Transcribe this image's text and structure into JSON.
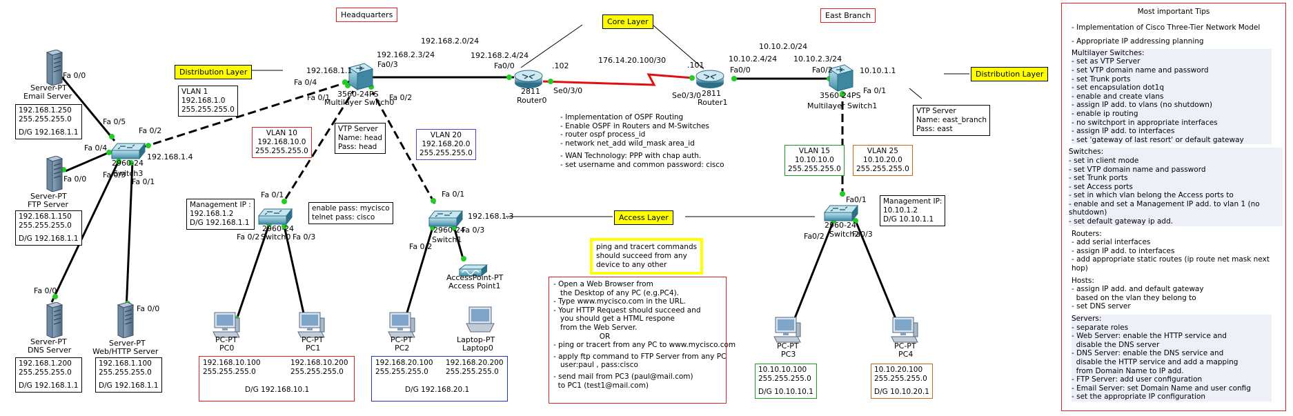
{
  "headers": {
    "hq": "Headquarters",
    "core": "Core Layer",
    "east": "East Branch",
    "dist_left": "Distribution Layer",
    "dist_right": "Distribution Layer",
    "access": "Access Layer"
  },
  "networks": {
    "hq_core": "192.168.2.0/24",
    "east_core": "10.10.2.0/24",
    "wan": "176.14.20.100/30"
  },
  "devices": {
    "ms0": {
      "model": "3560-24PS",
      "name": "Multilayer Switch0"
    },
    "ms1": {
      "model": "3560-24PS",
      "name": "Multilayer Switch1"
    },
    "r0": {
      "model": "2811",
      "name": "Router0"
    },
    "r1": {
      "model": "2811",
      "name": "Router1"
    },
    "sw3": {
      "model": "2960-24",
      "name": "Switch3"
    },
    "sw0": {
      "model": "2960-24",
      "name": "Switch0"
    },
    "sw1": {
      "model": "2960-24",
      "name": "Switch1"
    },
    "sw2": {
      "model": "2960-24",
      "name": "Switch2"
    },
    "email": {
      "type": "Server-PT",
      "name": "Email Server"
    },
    "ftp": {
      "type": "Server-PT",
      "name": "FTP Server"
    },
    "dns": {
      "type": "Server-PT",
      "name": "DNS Server"
    },
    "web": {
      "type": "Server-PT",
      "name": "Web/HTTP Server"
    },
    "pc0": {
      "type": "PC-PT",
      "name": "PC0"
    },
    "pc1": {
      "type": "PC-PT",
      "name": "PC1"
    },
    "pc2": {
      "type": "PC-PT",
      "name": "PC2"
    },
    "pc3": {
      "type": "PC-PT",
      "name": "PC3"
    },
    "pc4": {
      "type": "PC-PT",
      "name": "PC4"
    },
    "ap": {
      "type": "AccessPoint-PT",
      "name": "Access Point1"
    },
    "laptop": {
      "type": "Laptop-PT",
      "name": "Laptop0"
    }
  },
  "ports": {
    "email_fa00": "Fa 0/0",
    "sw3_fa05": "Fa 0/5",
    "sw3_fa02": "Fa 0/2",
    "sw3_fa04": "Fa 0/4",
    "ftp_fa00": "Fa 0/0",
    "sw3_fa03": "Fa 0/3",
    "sw3_fa01": "Fa 0/1",
    "sw3_ip": "192.168.1.4",
    "dns_fa00": "Fa 0/0",
    "web_fa00": "Fa 0/0",
    "ms0_ip": "192.168.1.1",
    "ms0_fa04": "Fa 0/4",
    "ms0_fa01": "Fa 0/1",
    "ms0_fa02": "Fa 0/2",
    "ms0_fa03": "Fa0/3",
    "ms0_ip2": "192.168.2.3/24",
    "r0_ip": "192.168.2.4/24",
    "r0_fa00": "Fa0/0",
    "r0_102": ".102",
    "r0_se": "Se0/3/0",
    "r1_101": ".101",
    "r1_se": "Se0/3/0",
    "r1_ip": "10.10.2.4/24",
    "r1_fa00": "Fa0/0",
    "ms1_ip2": "10.10.2.3/24",
    "ms1_fa02": "Fa0/2",
    "ms1_ip": "10.10.1.1",
    "ms1_fa01": "Fa 0/1",
    "sw0_fa01": "Fa 0/1",
    "sw0_fa02": "Fa 0/2",
    "sw0_fa03": "Fa 0/3",
    "sw1_fa01": "Fa 0/1",
    "sw1_fa02": "Fa 0/2",
    "sw1_fa03": "Fa 0/3",
    "sw1_ip": "192.168.1.3",
    "sw2_fa01": "Fa0/1",
    "sw2_fa02": "Fa0/2",
    "sw2_fa03": "Fa0/3"
  },
  "boxes": {
    "email": [
      "192.168.1.250",
      "255.255.255.0",
      "",
      "D/G 192.168.1.1"
    ],
    "ftp": [
      "192.168.1.150",
      "255.255.255.0",
      "",
      "D/G 192.168.1.1"
    ],
    "dns": [
      "192.168.1.200",
      "255.255.255.0",
      "",
      "D/G 192.168.1.1"
    ],
    "web": [
      "192.168.1.100",
      "255.255.255.0",
      "",
      "D/G 192.168.1.1"
    ],
    "vlan1": [
      "VLAN 1",
      "192.168.1.0",
      "255.255.255.0"
    ],
    "vlan10": [
      "VLAN 10",
      "192.168.10.0",
      "255.255.255.0"
    ],
    "vtp_hq": [
      "VTP Server",
      "Name: head",
      "Pass: head"
    ],
    "vlan20": [
      "VLAN 20",
      "192.168.20.0",
      "255.255.255.0"
    ],
    "mgmt_hq": [
      "Management IP :",
      "192.168.1.2",
      "D/G 192.168.1.1"
    ],
    "pass": [
      "enable pass: mycisco",
      "telnet pass: cisco"
    ],
    "vlan15": [
      "VLAN 15",
      "10.10.10.0",
      "255.255.255.0"
    ],
    "vlan25": [
      "VLAN 25",
      "10.10.20.0",
      "255.255.255.0"
    ],
    "vtp_east": [
      "VTP Server",
      "Name: east_branch",
      "Pass: east"
    ],
    "mgmt_east": [
      "Management IP:",
      "10.10.1.2",
      "D/G 10.10.1.1"
    ],
    "pc01": {
      "pc0_ip": "192.168.10.100",
      "pc0_mask": "255.255.255.0",
      "pc1_ip": "192.168.10.200",
      "pc1_mask": "255.255.255.0",
      "dg": "D/G 192.168.10.1"
    },
    "pc2l": {
      "pc2_ip": "192.168.20.100",
      "pc2_mask": "255.255.255.0",
      "l_ip": "192.168.20.200",
      "l_mask": "255.255.255.0",
      "dg": "D/G 192.168.20.1"
    },
    "pc3": [
      "10.10.10.100",
      "255.255.255.0",
      "",
      "D/G 10.10.10.1"
    ],
    "pc4": [
      "10.10.20.100",
      "255.255.255.0",
      "",
      "D/G 10.10.20.1"
    ]
  },
  "core_notes": [
    "- Implementation of OSPF Routing",
    "- Enable OSPF in Routers and M-Switches",
    "- router ospf process_id",
    "- network net_add wild_mask area_id",
    "",
    "- WAN Technology: PPP with chap auth.",
    "- set username and common password: cisco"
  ],
  "ping_note": [
    "ping and tracert commands",
    "should succeed from any",
    "device to any other"
  ],
  "test_notes": [
    "- Open a Web Browser from",
    "   the Desktop of any PC (e.g.PC4).",
    "- Type www.mycisco.com in the URL.",
    "- Your HTTP Request should succeed and",
    "   you should get a HTML respone",
    "   from the Web Server.",
    "                    OR",
    "- ping or tracert from any PC  to www.mycisco.com",
    "",
    "- apply ftp command to FTP Server from any PC",
    "   user:paul , pass:cisco",
    "",
    "- send mail from PC3 (paul@mail.com)",
    "  to PC1 (test1@mail.com)"
  ],
  "tips": {
    "title": "Most important Tips",
    "sections": [
      {
        "h": "- Implementation of Cisco Three-Tier Network Model",
        "items": []
      },
      {
        "h": "- Appropriate IP addressing planning",
        "items": []
      },
      {
        "h": "Multilayer Switches:",
        "items": [
          "- set as VTP Server",
          "- set VTP domain name and password",
          "- set Trunk ports",
          "- set encapsulation dot1q",
          "- enable and create vlans",
          "- assign IP add. to vlans (no shutdown)",
          "- enable ip routing",
          "- no switchport in appropriate interfaces",
          "- assign IP add. to interfaces",
          "- set 'gateway of last resort' or default gateway"
        ]
      },
      {
        "h": "Switches:",
        "items": [
          "- set in client mode",
          "- set VTP domain name and password",
          "- set Trunk ports",
          "- set Access ports",
          "- set in which vlan belong the Access ports to",
          "- enable and set a Management IP add. to vlan 1 (no shutdown)",
          "- set default gateway ip add."
        ]
      },
      {
        "h": "Routers:",
        "items": [
          "- add serial interfaces",
          "- assign IP add. to interfaces",
          "- add appropriate static routes (ip route net mask next hop)"
        ]
      },
      {
        "h": "Hosts:",
        "items": [
          "- assign IP add. and default gateway",
          "  based on the vlan they belong to",
          "- set DNS server"
        ]
      },
      {
        "h": "Servers:",
        "items": [
          "- separate roles",
          "- Web Server: enable the HTTP service and",
          "  disable the DNS server",
          "- DNS Server: enable the DNS service and",
          "  disable the HTTP service and add a mapping",
          "  from Domain Name to IP add.",
          "- FTP Server: add user configuration",
          "- Email Server: set Domain Name and user config",
          "- set the appropriate IP configuration"
        ]
      }
    ]
  },
  "colors": {
    "red": "#e02020",
    "green": "#1a9a1a",
    "purple": "#5a3ad0",
    "brown": "#c86a10",
    "blue": "#2030c0",
    "yellow": "#ffff00",
    "port_dot": "#22cc22"
  }
}
